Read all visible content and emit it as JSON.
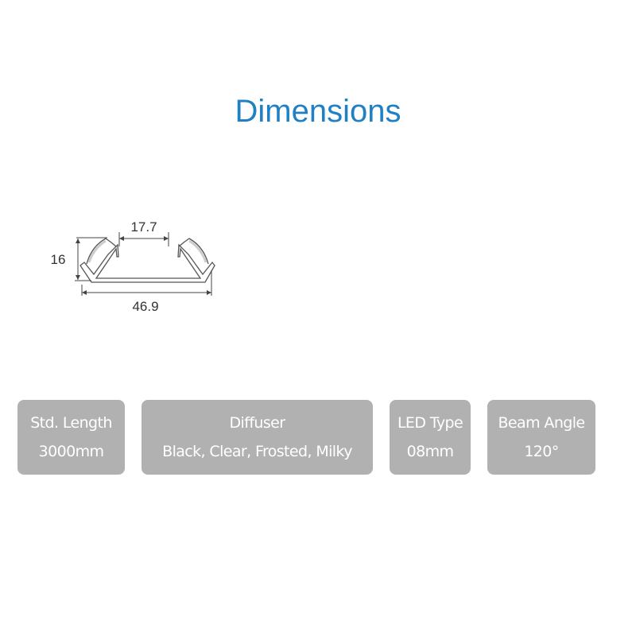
{
  "title": "Dimensions",
  "diagram": {
    "width_top": "17.7",
    "height": "16",
    "width_total": "46.9"
  },
  "specs": [
    {
      "label": "Std. Length",
      "value": "3000mm"
    },
    {
      "label": "Diffuser",
      "value": "Black, Clear, Frosted, Milky"
    },
    {
      "label": "LED Type",
      "value": "08mm"
    },
    {
      "label": "Beam Angle",
      "value": "120°"
    }
  ]
}
